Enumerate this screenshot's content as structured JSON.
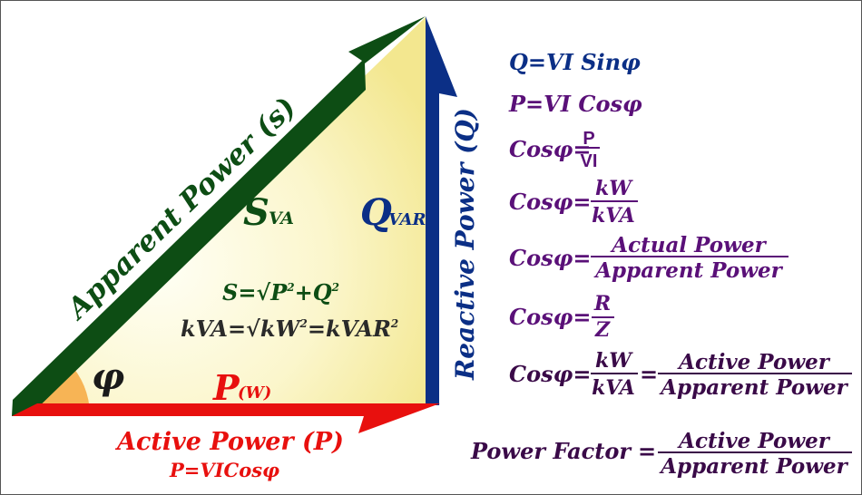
{
  "colors": {
    "apparent": "#0d4d14",
    "reactive": "#0b2f86",
    "active": "#e8100e",
    "angle_fill": "#f7b455",
    "triangle_fill_light": "#fffff4",
    "triangle_fill_dark": "#f5ea9a",
    "formula_purple": "#5a1078",
    "formula_plum": "#3a0a48",
    "formula_blue": "#0b2f86",
    "inner_dark": "#2a2a2a",
    "phi": "#1a1a1a"
  },
  "triangle": {
    "hypotenuse_label": "Apparent Power (s)",
    "vertical_label": "Reactive Power (Q)",
    "base_label": "Active Power (P)",
    "base_formula": "P=VICosφ",
    "angle_symbol": "φ",
    "s_symbol": "S",
    "s_unit": "VA",
    "q_symbol": "Q",
    "q_unit": "VAR",
    "p_symbol": "P",
    "p_unit": "(W)",
    "formula_s": {
      "lhs": "S=√P",
      "sup1": "2",
      "mid": "+Q",
      "sup2": "2"
    },
    "formula_kva": {
      "lhs": "kVA=√kW",
      "sup1": "2",
      "mid": "=kVAR",
      "sup2": "2"
    }
  },
  "formulas": {
    "q": "Q=VI Sinφ",
    "p": "P=VI Cosφ",
    "cos_lhs": "Cosφ=",
    "f1": {
      "num": "P",
      "den": "VI"
    },
    "f2": {
      "num": "kW",
      "den": "kVA"
    },
    "f3": {
      "num": "Actual Power",
      "den": "Apparent Power"
    },
    "f4": {
      "num": "R",
      "den": "Z"
    },
    "f5": {
      "num1": "kW",
      "den1": "kVA",
      "eq": "=",
      "num2": "Active Power",
      "den2": "Apparent Power"
    },
    "pf": {
      "lhs": "Power Factor",
      "eq": "=",
      "num": "Active Power",
      "den": "Apparent Power"
    }
  }
}
